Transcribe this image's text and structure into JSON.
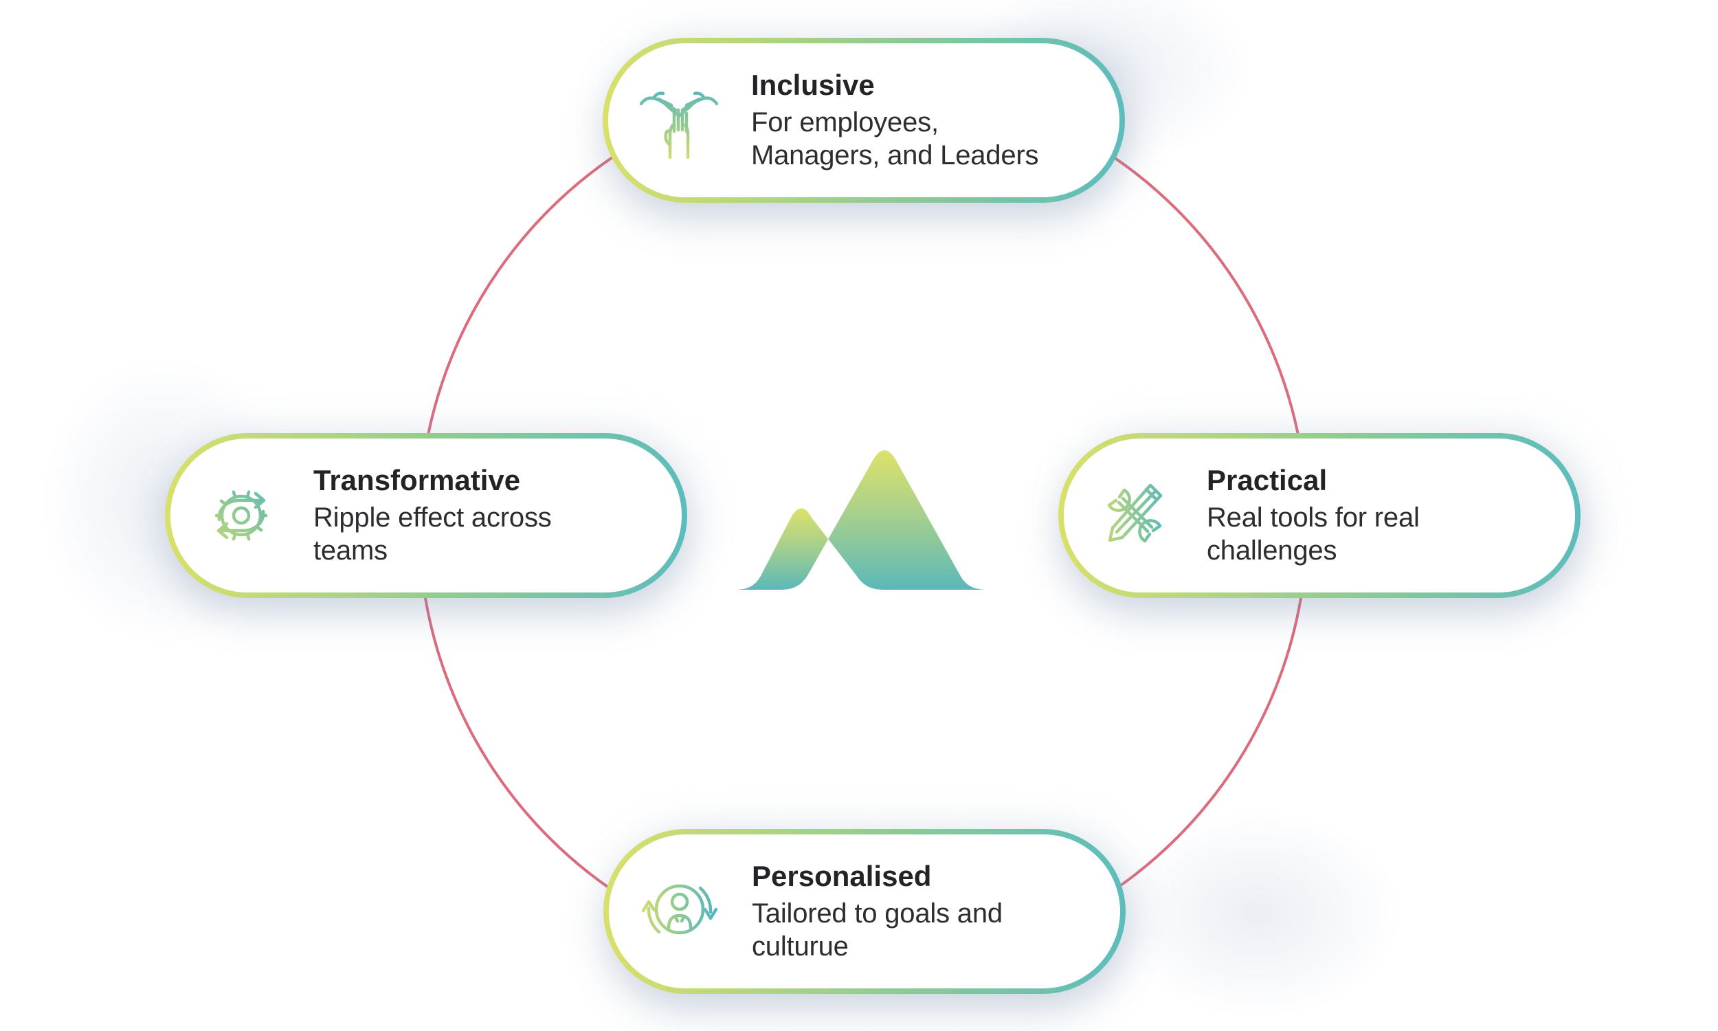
{
  "diagram_title": "",
  "logo": {
    "name": "mountain-logo"
  },
  "colors": {
    "accent_yellow_green": "#d9e06a",
    "accent_green_mid": "#8fcb92",
    "accent_teal": "#5cbcbd",
    "circle_red": "#db6b7d",
    "title_text": "#222326",
    "body_text": "#2c2d30"
  },
  "cards": [
    {
      "id": "inclusive",
      "position": "top",
      "icon": "hands-together-icon",
      "title": "Inclusive",
      "lines": [
        "For employees,",
        "Managers, and Leaders"
      ]
    },
    {
      "id": "transformative",
      "position": "left",
      "icon": "gear-arrows-icon",
      "title": "Transformative",
      "lines": [
        "Ripple effect across",
        "teams"
      ]
    },
    {
      "id": "practical",
      "position": "right",
      "icon": "wrench-pencil-icon",
      "title": "Practical",
      "lines": [
        "Real tools for real",
        "challenges"
      ]
    },
    {
      "id": "personalised",
      "position": "bottom",
      "icon": "person-cycle-icon",
      "title": "Personalised",
      "lines": [
        "Tailored to goals and",
        "culturue"
      ]
    }
  ]
}
